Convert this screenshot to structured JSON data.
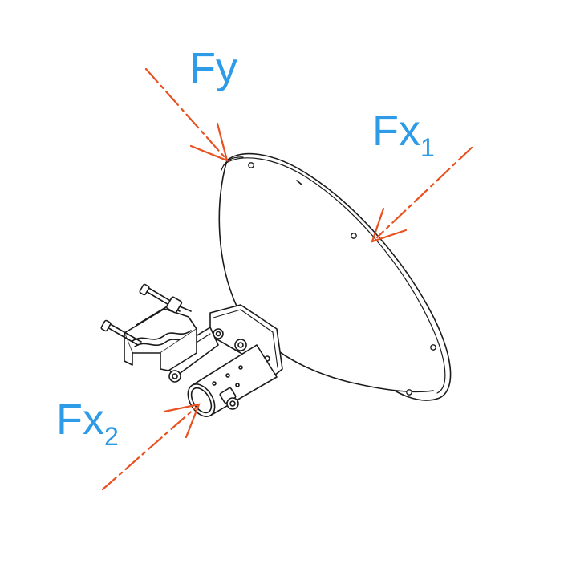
{
  "forces": {
    "fy": {
      "name": "Fy",
      "sub": ""
    },
    "fx1": {
      "name": "Fx",
      "sub": "1"
    },
    "fx2": {
      "name": "Fx",
      "sub": "2"
    }
  },
  "colors": {
    "arrow": "#e8501f",
    "label": "#2e9be8",
    "drawing": "#1a1a1a"
  },
  "icons": {
    "antenna": "parabolic-dish-antenna-icon",
    "arrow": "force-arrow-icon"
  }
}
